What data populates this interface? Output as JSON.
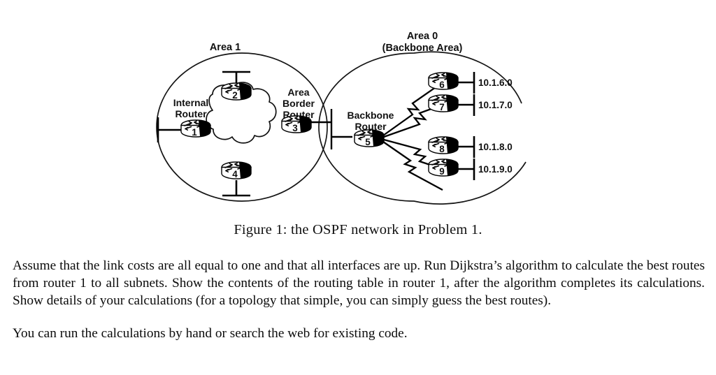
{
  "figure": {
    "area1": {
      "label": "Area 1",
      "internal_router_label": "Internal\nRouter",
      "internal_router_label_line1": "Internal",
      "internal_router_label_line2": "Router",
      "abr_label_line1": "Area",
      "abr_label_line2": "Border",
      "abr_label_line3": "Router",
      "routers": [
        {
          "id": "1",
          "role": "internal-router"
        },
        {
          "id": "2",
          "role": "internal-router"
        },
        {
          "id": "3",
          "role": "area-border-router"
        },
        {
          "id": "4",
          "role": "internal-router"
        }
      ]
    },
    "area0": {
      "label_line1": "Area 0",
      "label_line2": "(Backbone Area)",
      "backbone_router_label_line1": "Backbone",
      "backbone_router_label_line2": "Router",
      "routers": [
        {
          "id": "5",
          "role": "backbone-router",
          "subnet": ""
        },
        {
          "id": "6",
          "role": "backbone-router",
          "subnet": "10.1.6.0"
        },
        {
          "id": "7",
          "role": "backbone-router",
          "subnet": "10.1.7.0"
        },
        {
          "id": "8",
          "role": "backbone-router",
          "subnet": "10.1.8.0"
        },
        {
          "id": "9",
          "role": "backbone-router",
          "subnet": "10.1.9.0"
        }
      ]
    },
    "subnets": [
      "10.1.6.0",
      "10.1.7.0",
      "10.1.8.0",
      "10.1.9.0"
    ],
    "colors": {
      "ink": "#000000",
      "paper": "#ffffff"
    }
  },
  "caption": "Figure 1: the OSPF network in Problem 1.",
  "body": {
    "paragraph1": "Assume that the link costs are all equal to one and that all interfaces are up. Run Dijkstra’s algorithm to calculate the best routes from router 1 to all subnets. Show the contents of the routing table in router 1, after the algorithm completes its calculations. Show details of your calculations (for a topology that simple, you can simply guess the best routes).",
    "paragraph2": "You can run the calculations by hand or search the web for existing code."
  }
}
